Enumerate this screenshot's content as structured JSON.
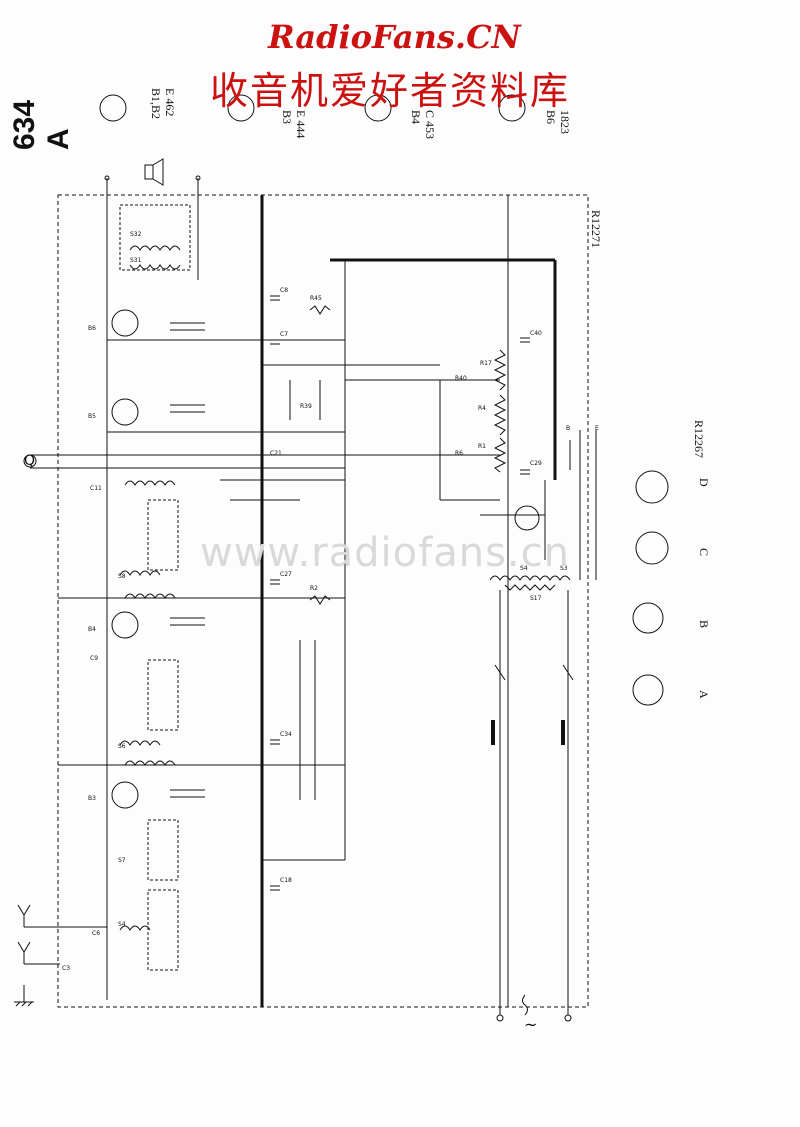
{
  "watermark": {
    "site_title": "RadioFans.CN",
    "site_subtitle": "收音机爱好者资料库",
    "center_text": "www.radiofans.cn"
  },
  "model": {
    "label": "634 A"
  },
  "drawing_ref": {
    "top": "R12271",
    "right": "R12267"
  },
  "tube_pinouts": [
    {
      "label": "B1,B2",
      "type": "E 462"
    },
    {
      "label": "B3",
      "type": "E 444"
    },
    {
      "label": "B4",
      "type": "C 453"
    },
    {
      "label": "B6",
      "type": "1823"
    }
  ],
  "switch_views": [
    "A",
    "B",
    "C",
    "D"
  ],
  "terminals": {
    "pickup": "Q",
    "mains": "~"
  },
  "colors": {
    "watermark": "#cc1111",
    "ink": "#111111",
    "faint": "#d9d9d9"
  }
}
